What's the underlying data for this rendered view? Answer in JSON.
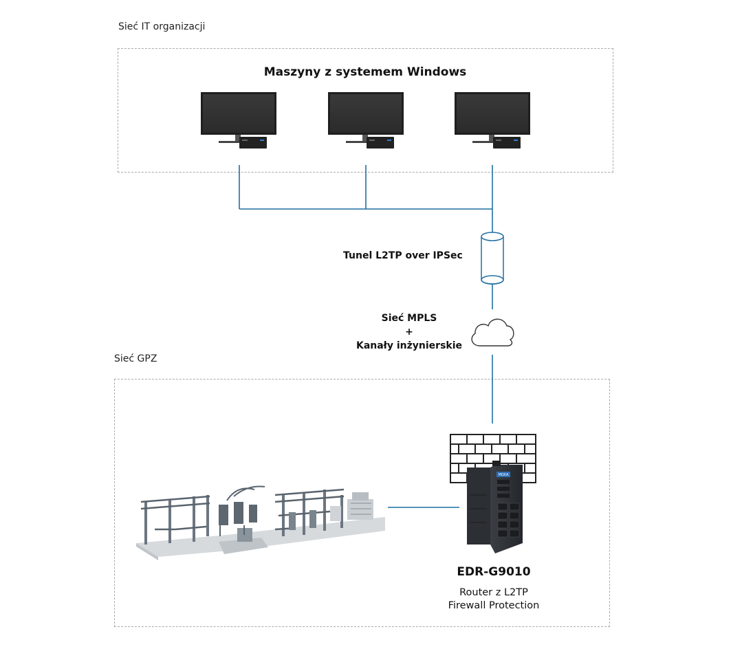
{
  "it_network": {
    "label": "Sieć IT organizacji",
    "title": "Maszyny z systemem Windows",
    "workstations": [
      {
        "icon": "windows-workstation-icon"
      },
      {
        "icon": "windows-workstation-icon"
      },
      {
        "icon": "windows-workstation-icon"
      }
    ]
  },
  "tunnel": {
    "label": "Tunel L2TP over IPSec",
    "icon": "tunnel-icon"
  },
  "wan": {
    "line1": "Sieć MPLS",
    "line2": "+",
    "line3": "Kanały inżynierskie",
    "icon": "cloud-icon"
  },
  "substation_network": {
    "label": "Sieć GPZ",
    "substation_icon": "substation-icon",
    "firewall_icon": "firewall-icon",
    "router_icon": "router-icon",
    "router_brand": "MOXA",
    "router_name": "EDR-G9010",
    "router_desc1": "Router z L2TP",
    "router_desc2": "Firewall Protection"
  },
  "colors": {
    "link": "#1f6fa3",
    "dashed_border": "#a9a9a9",
    "device_dark": "#2f3237"
  }
}
